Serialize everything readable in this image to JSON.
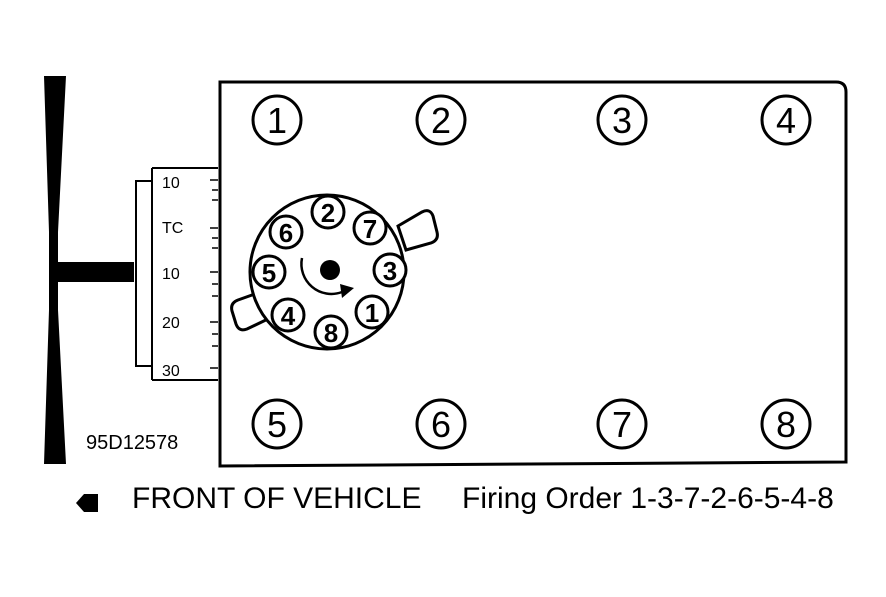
{
  "cylinders": [
    {
      "label": "1"
    },
    {
      "label": "2"
    },
    {
      "label": "3"
    },
    {
      "label": "4"
    },
    {
      "label": "5"
    },
    {
      "label": "6"
    },
    {
      "label": "7"
    },
    {
      "label": "8"
    }
  ],
  "distributor": {
    "terminals": [
      "2",
      "7",
      "3",
      "1",
      "8",
      "4",
      "5",
      "6"
    ]
  },
  "timing_scale": {
    "labels": [
      "10",
      "TC",
      "10",
      "20",
      "30"
    ]
  },
  "diagram_id": "95D12578",
  "legend": {
    "front_label": "FRONT OF VEHICLE",
    "firing_order": "Firing Order 1-3-7-2-6-5-4-8"
  },
  "colors": {
    "ink": "#000000",
    "paper": "#ffffff"
  }
}
